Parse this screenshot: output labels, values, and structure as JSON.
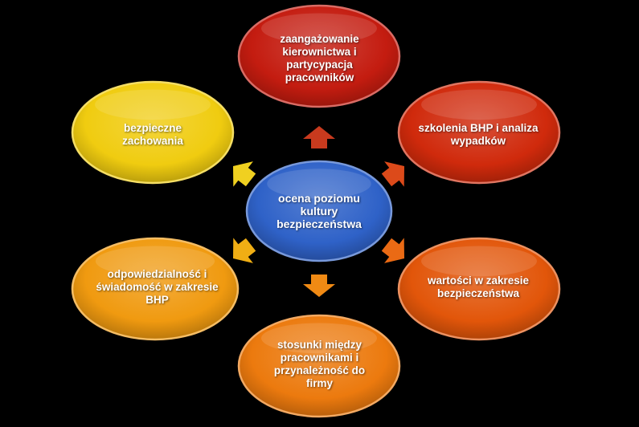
{
  "center": {
    "text": "ocena poziomu kultury bezpieczeństwa",
    "color": "#2f62c8"
  },
  "nodes": [
    {
      "id": "top",
      "text": "zaangażowanie kierownictwa i partycypacja pracowników",
      "color": "#c41c10"
    },
    {
      "id": "top-right",
      "text": "szkolenia BHP i analiza wypadków",
      "color": "#d02a0c"
    },
    {
      "id": "bottom-right",
      "text": "wartości w zakresie bezpieczeństwa",
      "color": "#e2560a"
    },
    {
      "id": "bottom",
      "text": "stosunki między pracownikami i przynależność do firmy",
      "color": "#ec7a0e"
    },
    {
      "id": "bottom-left",
      "text": "odpowiedzialność i świadomość w zakresie BHP",
      "color": "#f09a10"
    },
    {
      "id": "top-left",
      "text": "bezpieczne zachowania",
      "color": "#f0cc10"
    }
  ],
  "arrow_colors": [
    "#c83a1e",
    "#dc4a1a",
    "#ea6a14",
    "#f08a14",
    "#f0ae14",
    "#f0d020"
  ]
}
